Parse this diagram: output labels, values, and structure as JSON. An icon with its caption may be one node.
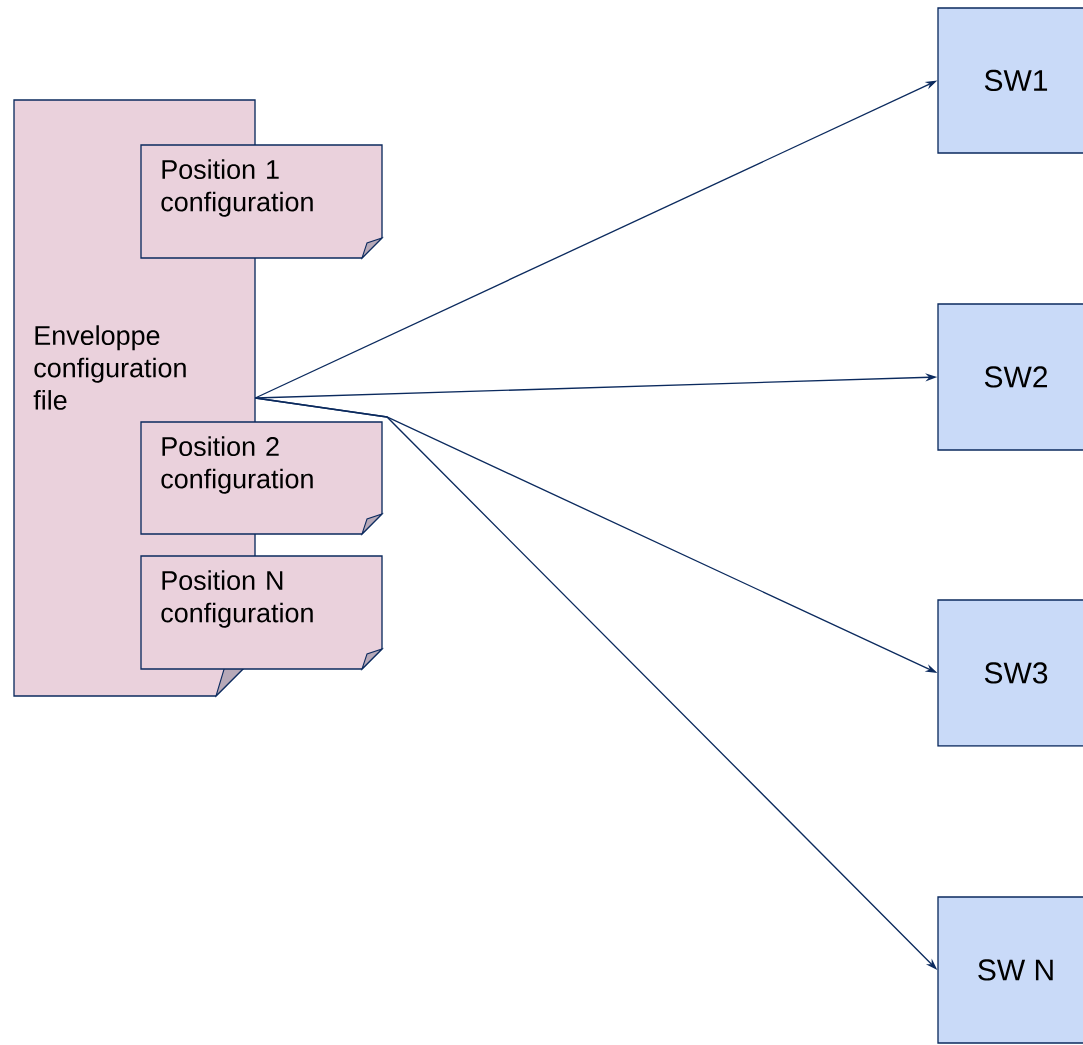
{
  "diagram": {
    "nodes": [
      {
        "text": [
          "Enveloppe configuration file"
        ]
      },
      {
        "text": [
          "Position 1 configuration"
        ]
      },
      {
        "text": [
          "Position 2 configuration"
        ]
      },
      {
        "text": [
          "Position N configuration"
        ]
      },
      {
        "text": [
          "SW1"
        ]
      },
      {
        "text": [
          "SW2"
        ]
      },
      {
        "text": [
          "SW3"
        ]
      },
      {
        "text": [
          "SW N"
        ]
      }
    ],
    "edges": [
      {
        "from": 0,
        "to": 4,
        "arrow": "to"
      },
      {
        "from": 0,
        "to": 5,
        "arrow": "to"
      },
      {
        "from": 0,
        "to": 6,
        "arrow": "to"
      },
      {
        "from": 0,
        "to": 7,
        "arrow": "to"
      }
    ]
  }
}
